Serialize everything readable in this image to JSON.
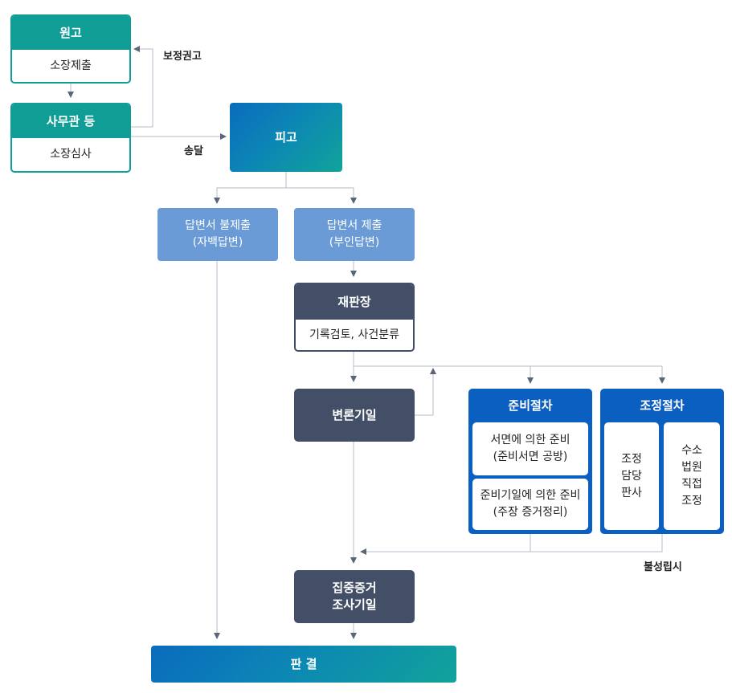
{
  "plaintiff": {
    "title": "원고",
    "action": "소장제출"
  },
  "clerk": {
    "title": "사무관 등",
    "action": "소장심사"
  },
  "defendant": {
    "title": "피고"
  },
  "labels": {
    "correction": "보정권고",
    "delivery": "송달",
    "failed": "불성립시"
  },
  "no_answer": {
    "line1": "답변서 불제출",
    "line2": "(자백답변)"
  },
  "answer": {
    "line1": "답변서 제출",
    "line2": "(부인답변)"
  },
  "presiding": {
    "title": "재판장",
    "action": "기록검토, 사건분류"
  },
  "pleading": {
    "title": "변론기일"
  },
  "preparation": {
    "title": "준비절차",
    "card1": {
      "line1": "서면에 의한 준비",
      "line2": "(준비서면 공방)"
    },
    "card2": {
      "line1": "준비기일에 의한 준비",
      "line2": "(주장 증거정리)"
    }
  },
  "mediation": {
    "title": "조정절차",
    "card1": [
      "조정",
      "담당",
      "판사"
    ],
    "card2": [
      "수소",
      "법원",
      "직접",
      "조정"
    ]
  },
  "intensive": {
    "line1": "집중증거",
    "line2": "조사기일"
  },
  "judgment": {
    "title": "판 결"
  },
  "colors": {
    "teal": "#0f9d96",
    "blue": "#0b5fc0",
    "light_blue": "#6a9bd6",
    "dark": "#424f66",
    "line": "#9aa3b2"
  }
}
